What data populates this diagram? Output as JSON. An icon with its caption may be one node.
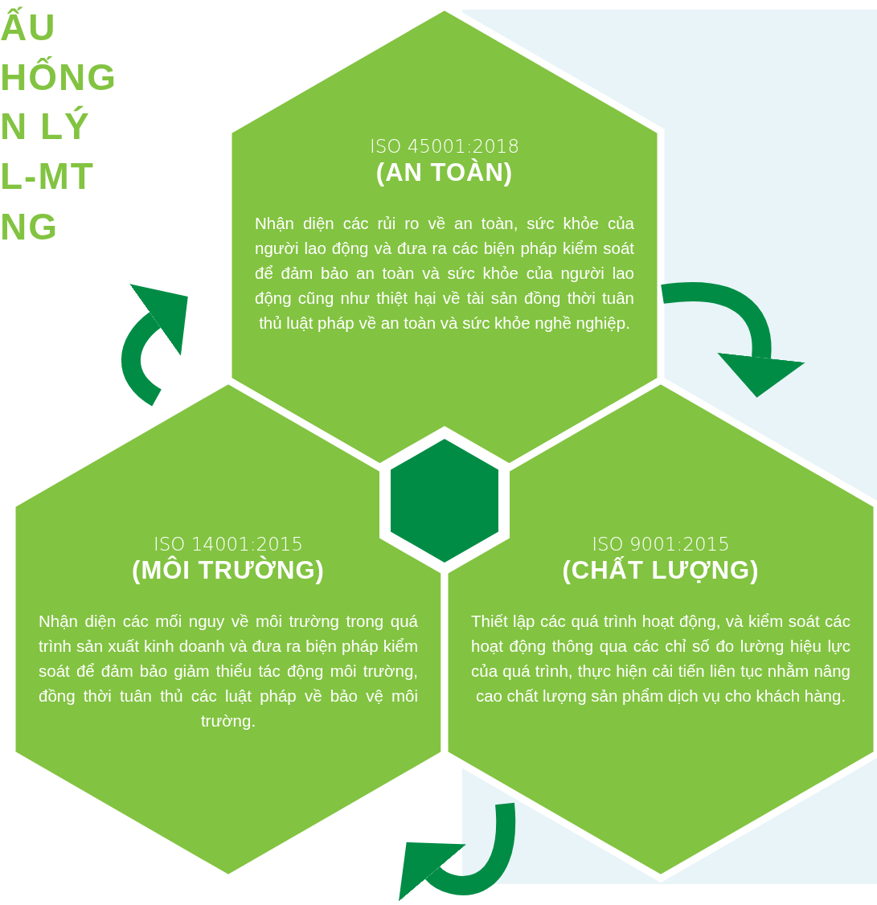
{
  "diagram": {
    "nodes": [
      {
        "text": [
          "ISO 45001:2018",
          "(AN TOÀN)",
          "Nhận diện các rủi ro về an toàn, sức khỏe của người lao động và đưa ra các biện pháp kiểm soát để đảm bảo an toàn và sức khỏe của người lao động cũng như thiệt hại về tài sản đồng thời tuân thủ luật pháp về an toàn và sức khỏe nghề nghiệp."
        ]
      },
      {
        "text": [],
        "shape": "hexagon"
      },
      {
        "text": [
          "ISO 14001:2015",
          "(MÔI TRƯỜNG)",
          "Nhận diện các mối nguy về môi trường trong quá trình sản xuất kinh doanh và đưa ra biện pháp kiểm soát để đảm bảo giảm thiểu tác động môi trường, đồng thời tuân thủ các luật pháp về bảo vệ môi trường."
        ]
      },
      {
        "text": [
          "ISO 9001:2015",
          "(CHẤT LƯỢNG)",
          "Thiết lập các quá trình hoạt động, và kiểm soát các hoạt động thông qua các chỉ số đo lường hiệu lực của quá trình, thực hiện cải tiến liên tục nhằm nâng cao chất lượng sản phẩm dịch vụ cho khách hàng."
        ]
      }
    ],
    "edges": [
      {
        "from": 0,
        "to": 3,
        "arrow": "to"
      },
      {
        "from": 3,
        "to": 2,
        "arrow": "to"
      },
      {
        "from": 2,
        "to": 0,
        "arrow": "to"
      }
    ],
    "labels": [
      "ẤU",
      "HỐNG",
      "N LÝ",
      "L-MT",
      "NG"
    ]
  }
}
